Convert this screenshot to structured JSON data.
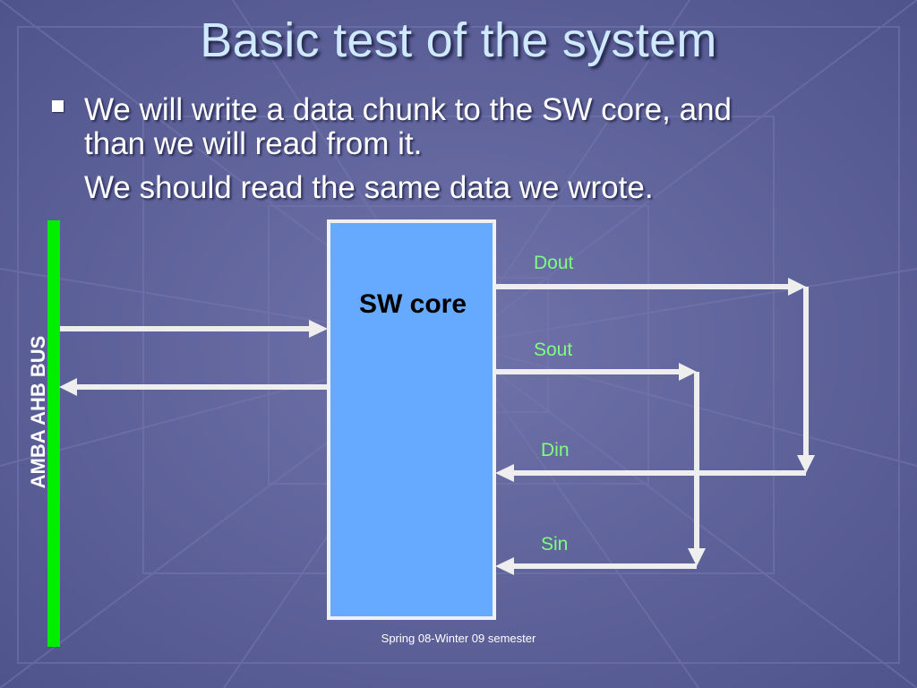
{
  "slide": {
    "title": "Basic test of the system",
    "bullet": {
      "line1": "We will write a data chunk to the SW core, and",
      "line2": "than we will read from it.",
      "line3": "We should read the same data we wrote."
    },
    "footer": "Spring 08-Winter 09 semester"
  },
  "diagram": {
    "bus_label": "AMBA AHB BUS",
    "core_label": "SW core",
    "signals": {
      "dout": "Dout",
      "sout": "Sout",
      "din": "Din",
      "sin": "Sin"
    }
  },
  "colors": {
    "background": "#5a5e96",
    "title": "#cfe9ff",
    "bus_bar": "#00ee00",
    "core_fill": "#66aaff",
    "core_border": "#f0f0f0",
    "signal_label": "#7dff7d",
    "arrow": "#eeeeee"
  }
}
